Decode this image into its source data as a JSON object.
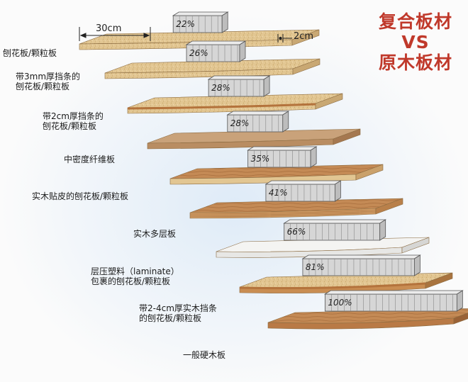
{
  "title": {
    "line1": "复合板材",
    "line2": "VS",
    "line3": "原木板材"
  },
  "dimensions": {
    "width": "30cm",
    "thickness": "2cm"
  },
  "colors": {
    "title": "#c0392b",
    "particle": "#e2c692",
    "timber": "#b97a46",
    "weight_box": "#d6d6d6",
    "glow": "#dbe9f7"
  },
  "boards": [
    {
      "lines": [
        "刨花板/颗粒板"
      ],
      "percent": "22%",
      "sag": 0.22
    },
    {
      "lines": [
        "带3mm厚挡条的",
        "刨花板/颗粒板"
      ],
      "percent": "26%",
      "sag": 0.26
    },
    {
      "lines": [
        "带2cm厚挡条的",
        "刨花板/颗粒板"
      ],
      "percent": "28%",
      "sag": 0.28
    },
    {
      "lines": [
        "中密度纤维板"
      ],
      "percent": "28%",
      "sag": 0.28
    },
    {
      "lines": [
        "实木贴皮的刨花板/颗粒板"
      ],
      "percent": "35%",
      "sag": 0.35
    },
    {
      "lines": [
        "实木多层板"
      ],
      "percent": "41%",
      "sag": 0.41
    },
    {
      "lines": [
        "层压塑料（laminate）",
        "包裹的刨花板/颗粒板"
      ],
      "percent": "66%",
      "sag": 0.66
    },
    {
      "lines": [
        "带2-4cm厚实木挡条",
        "的刨花板/颗粒板"
      ],
      "percent": "81%",
      "sag": 0.81
    },
    {
      "lines": [
        "一般硬木板"
      ],
      "percent": "100%",
      "sag": 1.0
    }
  ]
}
